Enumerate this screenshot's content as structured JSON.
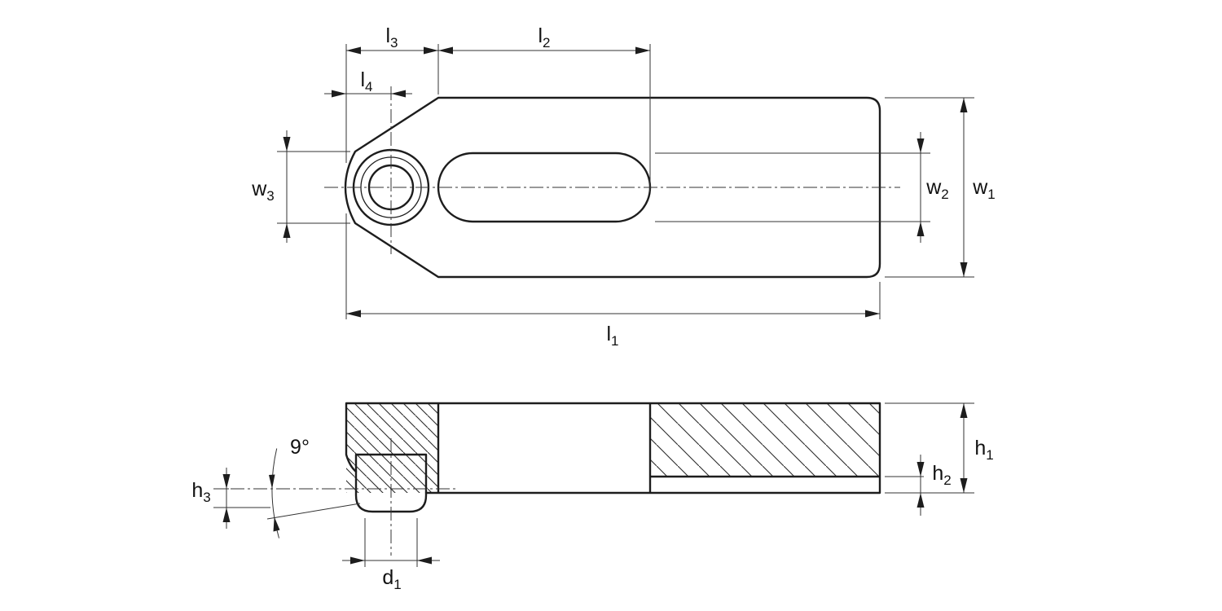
{
  "drawing": {
    "background": "#ffffff",
    "line_color": "#1d1d1d",
    "labels": {
      "l1": {
        "base": "l",
        "sub": "1"
      },
      "l2": {
        "base": "l",
        "sub": "2"
      },
      "l3": {
        "base": "l",
        "sub": "3"
      },
      "l4": {
        "base": "l",
        "sub": "4"
      },
      "w1": {
        "base": "w",
        "sub": "1"
      },
      "w2": {
        "base": "w",
        "sub": "2"
      },
      "w3": {
        "base": "w",
        "sub": "3"
      },
      "h1": {
        "base": "h",
        "sub": "1"
      },
      "h2": {
        "base": "h",
        "sub": "2"
      },
      "h3": {
        "base": "h",
        "sub": "3"
      },
      "d1": {
        "base": "d",
        "sub": "1"
      },
      "angle": {
        "base": "9°",
        "sub": ""
      }
    }
  }
}
